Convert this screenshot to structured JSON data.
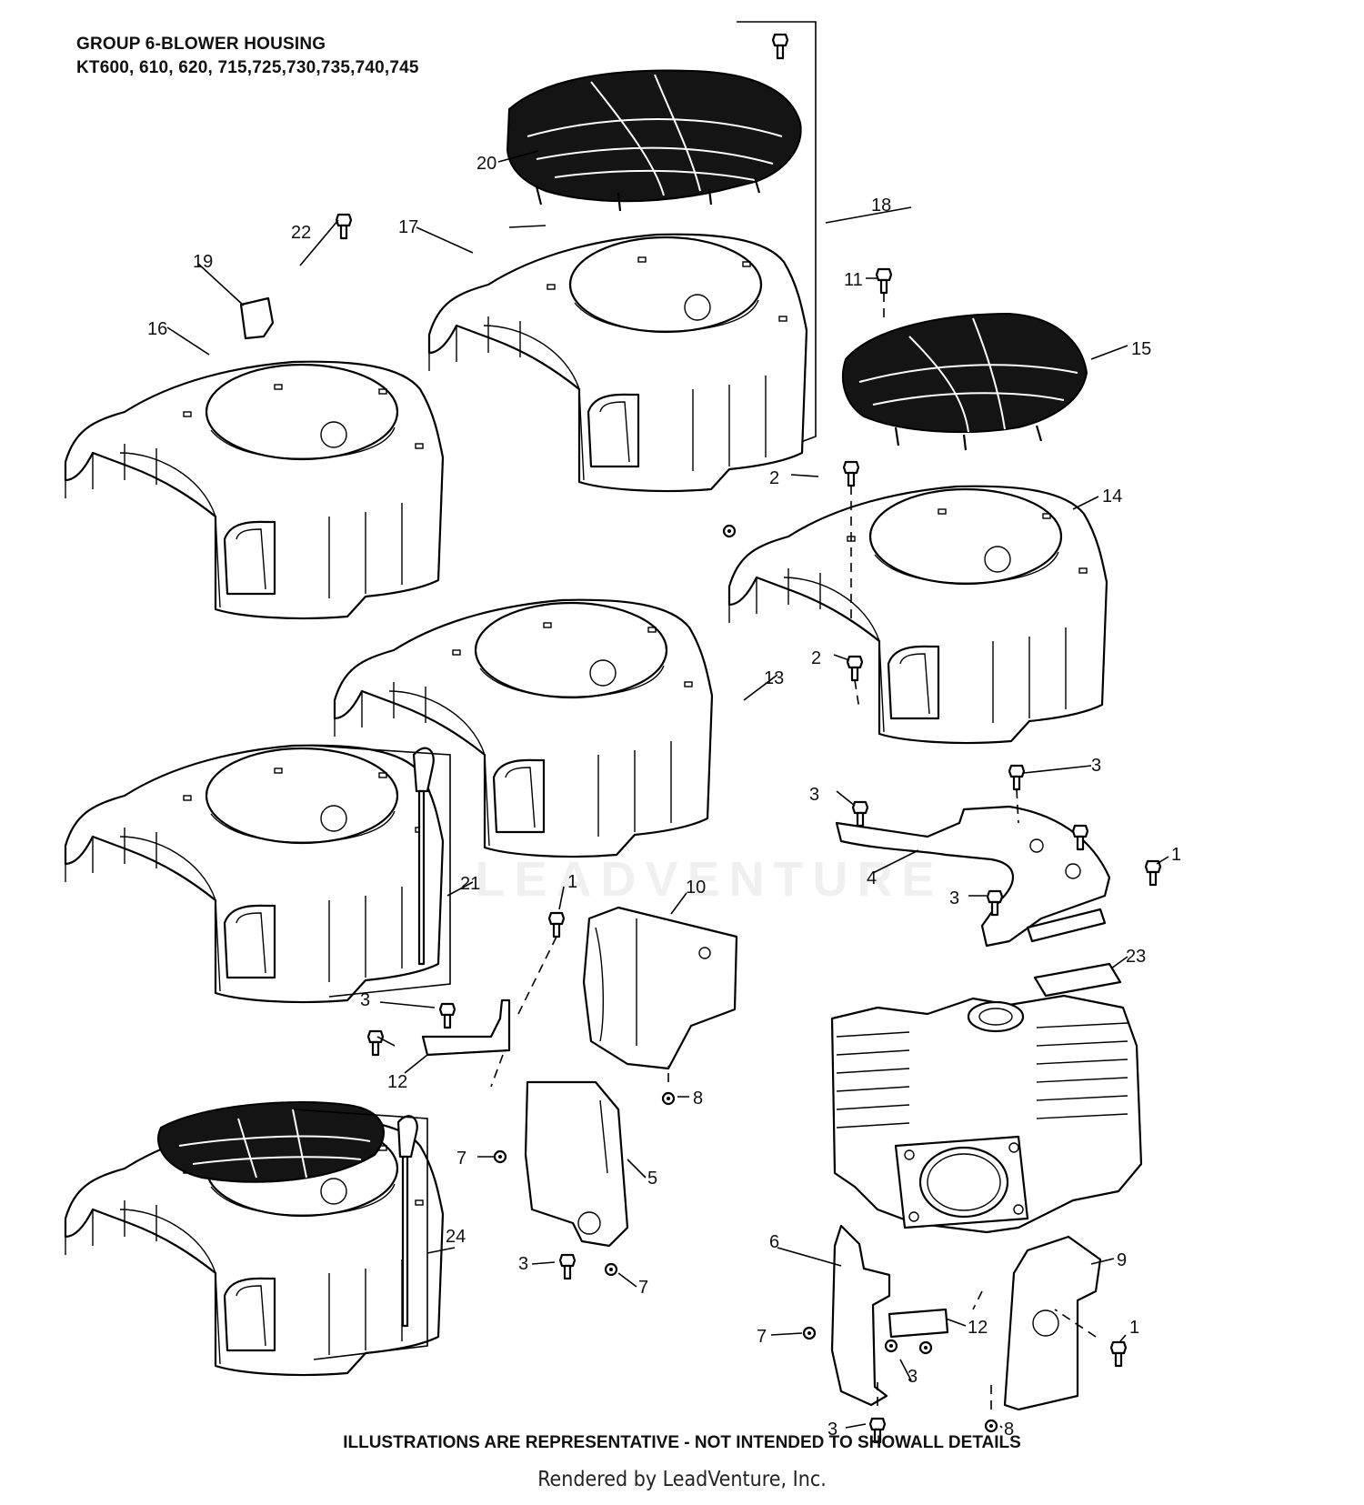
{
  "header": {
    "group_title": "GROUP 6-BLOWER HOUSING",
    "models": "KT600, 610, 620, 715,725,730,735,740,745"
  },
  "disclaimer": "ILLUSTRATIONS ARE REPRESENTATIVE - NOT INTENDED TO SHOWALL DETAILS",
  "footer": "Rendered by LeadVenture, Inc.",
  "watermark": "LEADVENTURE",
  "callouts": [
    "1",
    "2",
    "3",
    "4",
    "5",
    "6",
    "7",
    "8",
    "9",
    "10",
    "11",
    "12",
    "13",
    "14",
    "15",
    "16",
    "17",
    "18",
    "19",
    "20",
    "21",
    "22",
    "23",
    "24"
  ],
  "colors": {
    "line": "#000000",
    "paper": "#ffffff",
    "grill": "#141414"
  }
}
